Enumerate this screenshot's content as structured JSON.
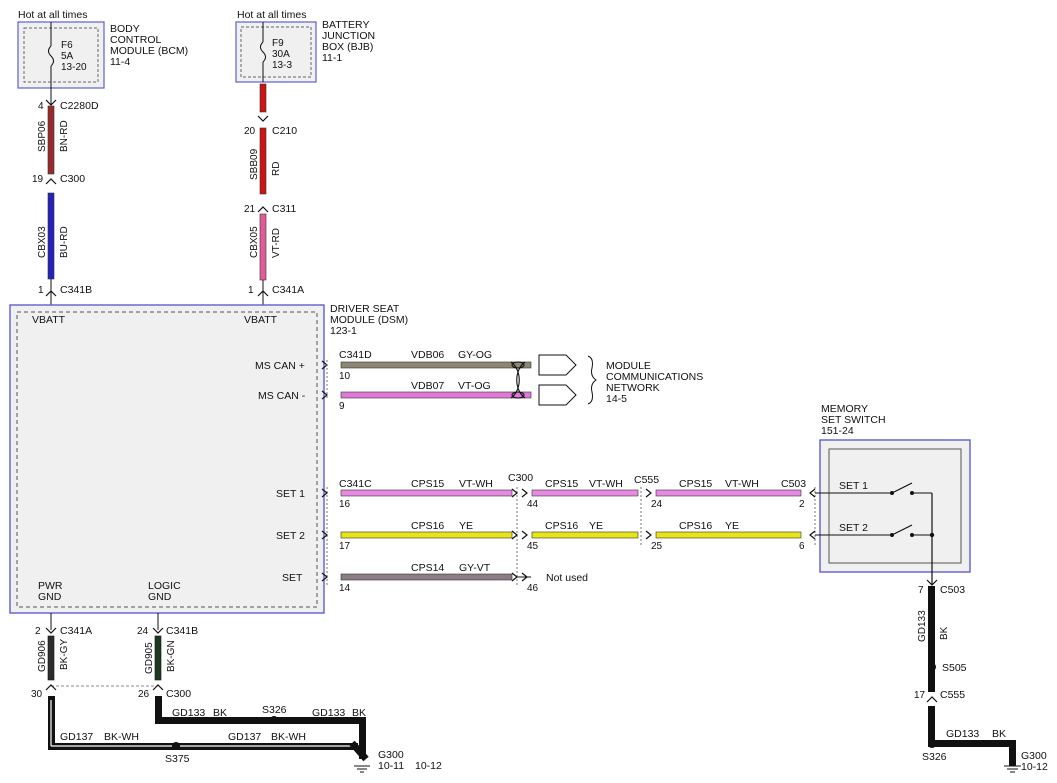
{
  "header": {
    "hot_left": "Hot at all times",
    "hot_right": "Hot at all times"
  },
  "modules": {
    "bcm": {
      "lines": [
        "BODY",
        "CONTROL",
        "MODULE (BCM)",
        "11-4"
      ],
      "fuse_lines": [
        "F6",
        "5A",
        "13-20"
      ]
    },
    "bjb": {
      "lines": [
        "BATTERY",
        "JUNCTION",
        "BOX (BJB)",
        "11-1"
      ],
      "fuse_lines": [
        "F9",
        "30A",
        "13-3"
      ]
    },
    "dsm": {
      "lines": [
        "DRIVER SEAT",
        "MODULE (DSM)",
        "123-1"
      ],
      "vbatt_left": "VBATT",
      "vbatt_right": "VBATT",
      "pins": [
        "MS CAN +",
        "MS CAN -",
        "SET 1",
        "SET 2",
        "SET"
      ],
      "pwr_gnd": [
        "PWR",
        "GND"
      ],
      "logic_gnd": [
        "LOGIC",
        "GND"
      ]
    },
    "network": {
      "lines": [
        "MODULE",
        "COMMUNICATIONS",
        "NETWORK",
        "14-5"
      ]
    },
    "memory_switch": {
      "lines": [
        "MEMORY",
        "SET SWITCH",
        "151-24"
      ],
      "set1": "SET 1",
      "set2": "SET 2"
    }
  },
  "left_column": {
    "pin_c2280d": "4",
    "c2280d": "C2280D",
    "wire1_circuit": "SBP06",
    "wire1_color": "BN-RD",
    "pin_c300": "19",
    "c300": "C300",
    "wire2_circuit": "CBX03",
    "wire2_color": "BU-RD",
    "pin_c341b": "1",
    "c341b": "C341B"
  },
  "right_column": {
    "pin_c210": "20",
    "c210": "C210",
    "wire1_circuit": "SBB09",
    "wire1_color": "RD",
    "pin_c311": "21",
    "c311": "C311",
    "wire2_circuit": "CBX05",
    "wire2_color": "VT-RD",
    "pin_c341a": "1",
    "c341a": "C341A"
  },
  "can": {
    "connector": "C341D",
    "plus_pin": "10",
    "plus_circuit": "VDB06",
    "plus_color": "GY-OG",
    "minus_pin": "9",
    "minus_circuit": "VDB07",
    "minus_color": "VT-OG"
  },
  "set_lines": {
    "c341c": "C341C",
    "c300": "C300",
    "c555": "C555",
    "c503": "C503",
    "set1_circuit": "CPS15",
    "set1_color": "VT-WH",
    "set1_pin_a": "16",
    "set1_pin_b": "44",
    "set1_pin_c": "24",
    "set1_pin_d": "2",
    "set2_circuit": "CPS16",
    "set2_color": "YE",
    "set2_pin_a": "17",
    "set2_pin_b": "45",
    "set2_pin_c": "25",
    "set2_pin_d": "6",
    "set_circuit": "CPS14",
    "set_color": "GY-VT",
    "set_pin_a": "14",
    "set_pin_b": "46",
    "not_used": "Not used"
  },
  "grounds": {
    "pwr_pin": "2",
    "pwr_conn": "C341A",
    "pwr_circuit": "GD906",
    "pwr_color": "BK-GY",
    "logic_pin": "24",
    "logic_conn": "C341B",
    "logic_circuit": "GD905",
    "logic_color": "BK-GN",
    "c300_pin_a": "30",
    "c300_pin_b": "26",
    "c300": "C300",
    "gd133_a": "GD133",
    "bk_a": "BK",
    "s326": "S326",
    "gd133_b": "GD133",
    "bk_b": "BK",
    "gd137_a": "GD137",
    "bkwh_a": "BK-WH",
    "gd137_b": "GD137",
    "bkwh_b": "BK-WH",
    "s375": "S375",
    "g300": "G300",
    "g300_ref1": "10-11",
    "g300_ref2": "10-12"
  },
  "switch_ground": {
    "pin_c503": "7",
    "c503": "C503",
    "circuit": "GD133",
    "color": "BK",
    "s505": "S505",
    "pin_c555": "17",
    "c555": "C555",
    "gd133": "GD133",
    "bk": "BK",
    "s326": "S326",
    "g300": "G300",
    "g300_ref": "10-12"
  },
  "colors": {
    "bn_rd": "#9a2a2a",
    "bu_rd": "#2323b8",
    "rd": "#cc1414",
    "vt_rd": "#e25a9a",
    "gy_og": "#8c8672",
    "vt_og": "#df79d7",
    "vt_wh": "#e58ae0",
    "ye": "#e8e41a",
    "gy_vt": "#8a7d85",
    "bk_gy": "#2c2c2c",
    "bk_gn": "#1e3a1e",
    "module_border": "#5d5fd1",
    "module_fill": "#f0f0f0"
  }
}
